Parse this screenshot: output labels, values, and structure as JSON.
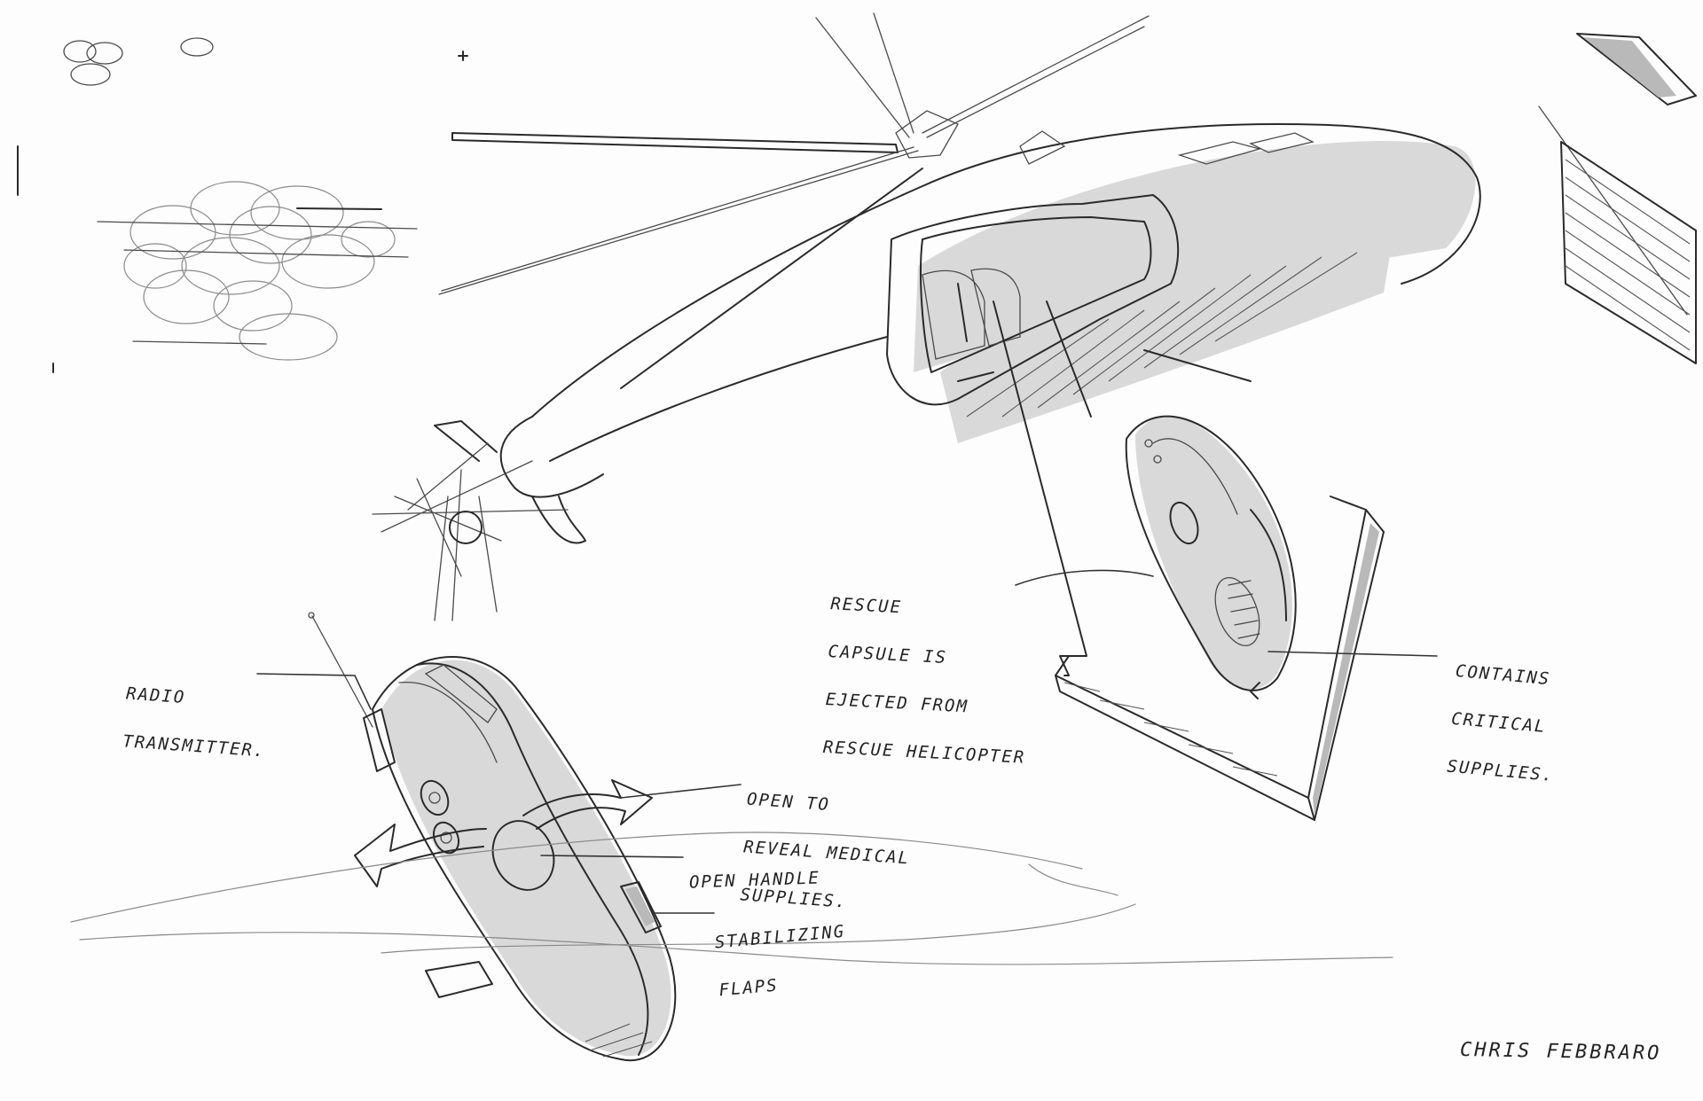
{
  "annotations": {
    "radio_transmitter": [
      "RADIO",
      "TRANSMITTER."
    ],
    "rescue_capsule": [
      "RESCUE",
      "CAPSULE IS",
      "EJECTED FROM",
      "RESCUE HELICOPTER"
    ],
    "contains_supplies": [
      "CONTAINS",
      "CRITICAL",
      "SUPPLIES."
    ],
    "open_to_reveal": [
      "OPEN TO",
      "REVEAL MEDICAL",
      "SUPPLIES."
    ],
    "open_handle": [
      "OPEN HANDLE"
    ],
    "stabilizing_flaps": [
      "STABILIZING",
      "FLAPS"
    ]
  },
  "signature": "CHRIS FEBBRARO",
  "colors": {
    "ink": "#2a2a2a",
    "shade": "#d9d9d9",
    "paper": "#fdfdfd"
  }
}
